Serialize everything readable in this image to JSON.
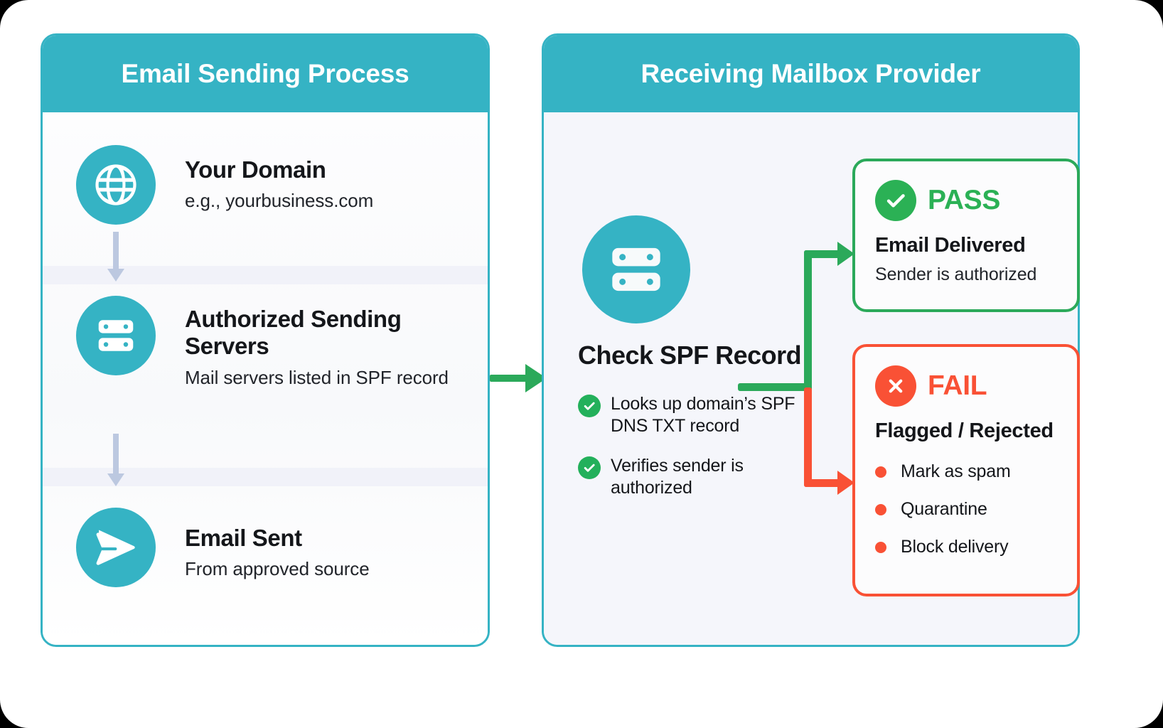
{
  "colors": {
    "teal": "#35B3C4",
    "green": "#2BA95A",
    "red": "#F95135",
    "panel_bg": "#F5F6FB",
    "connector_gray": "#BCC8E0"
  },
  "left_panel": {
    "title": "Email Sending Process",
    "steps": [
      {
        "icon": "globe-icon",
        "title": "Your Domain",
        "subtitle": "e.g., yourbusiness.com"
      },
      {
        "icon": "server-icon",
        "title": "Authorized Sending Servers",
        "subtitle": "Mail servers listed in SPF record"
      },
      {
        "icon": "send-icon",
        "title": "Email Sent",
        "subtitle": "From approved source"
      }
    ]
  },
  "right_panel": {
    "title": "Receiving Mailbox Provider",
    "process": {
      "icon": "server-icon",
      "title": "Check SPF Record",
      "checks": [
        "Looks up domain’s SPF DNS TXT record",
        "Verifies sender is authorized"
      ]
    },
    "outcomes": {
      "pass": {
        "badge_icon": "check-circle-icon",
        "word": "PASS",
        "title": "Email Delivered",
        "subtitle": "Sender is authorized"
      },
      "fail": {
        "badge_icon": "x-circle-icon",
        "word": "FAIL",
        "title": "Flagged / Rejected",
        "items": [
          "Mark as spam",
          "Quarantine",
          "Block delivery"
        ]
      }
    }
  }
}
